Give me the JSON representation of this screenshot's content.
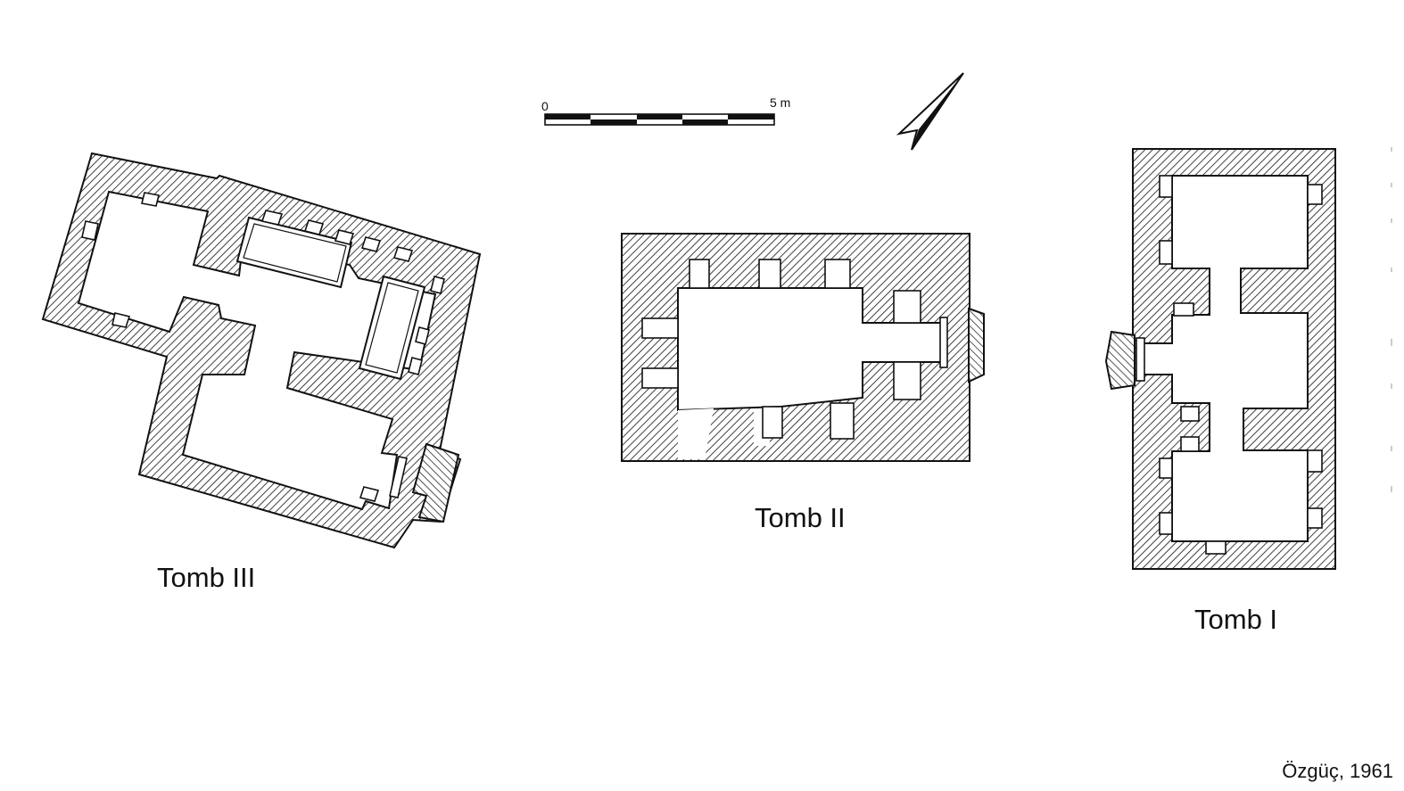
{
  "tombs": {
    "tomb_iii": {
      "label": "Tomb III"
    },
    "tomb_ii": {
      "label": "Tomb II"
    },
    "tomb_i": {
      "label": "Tomb I"
    }
  },
  "scale_bar": {
    "start_label": "0",
    "end_label": "5 m"
  },
  "credit": "Özgüç, 1961",
  "colors": {
    "ink": "#111111",
    "paper": "#ffffff"
  }
}
